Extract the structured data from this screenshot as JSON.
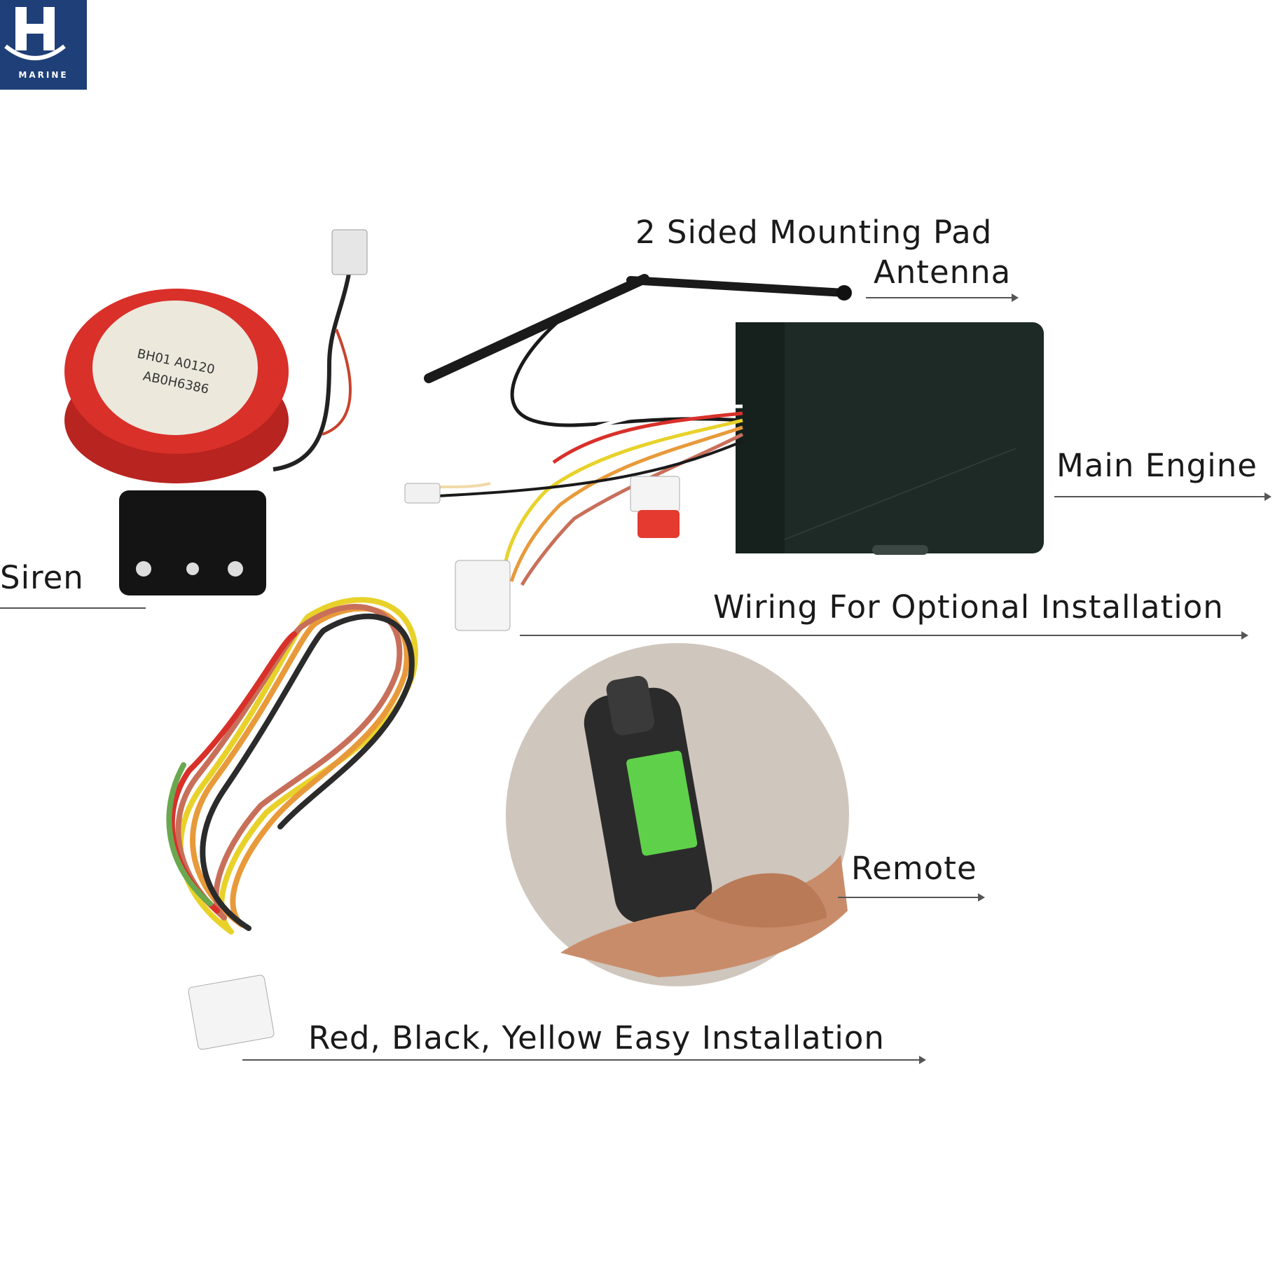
{
  "logo": {
    "word": "MARINE",
    "icon": "anchor-h-logo-icon"
  },
  "labels": {
    "mounting_pad": "2 Sided Mounting Pad",
    "antenna": "Antenna",
    "main_engine": "Main Engine",
    "siren": "Siren",
    "wiring_optional": "Wiring For Optional Installation",
    "remote": "Remote",
    "easy_installation": "Red, Black, Yellow Easy Installation"
  },
  "siren_sticker": {
    "line1": "BH01 A0120",
    "line2": "AB0H6386"
  },
  "colors": {
    "siren_red": "#d9302a",
    "unit_black": "#1d2a26",
    "wire_yellow": "#e8d22a",
    "logo_blue": "#1f3f78",
    "lcd_green": "#5fd04a"
  }
}
